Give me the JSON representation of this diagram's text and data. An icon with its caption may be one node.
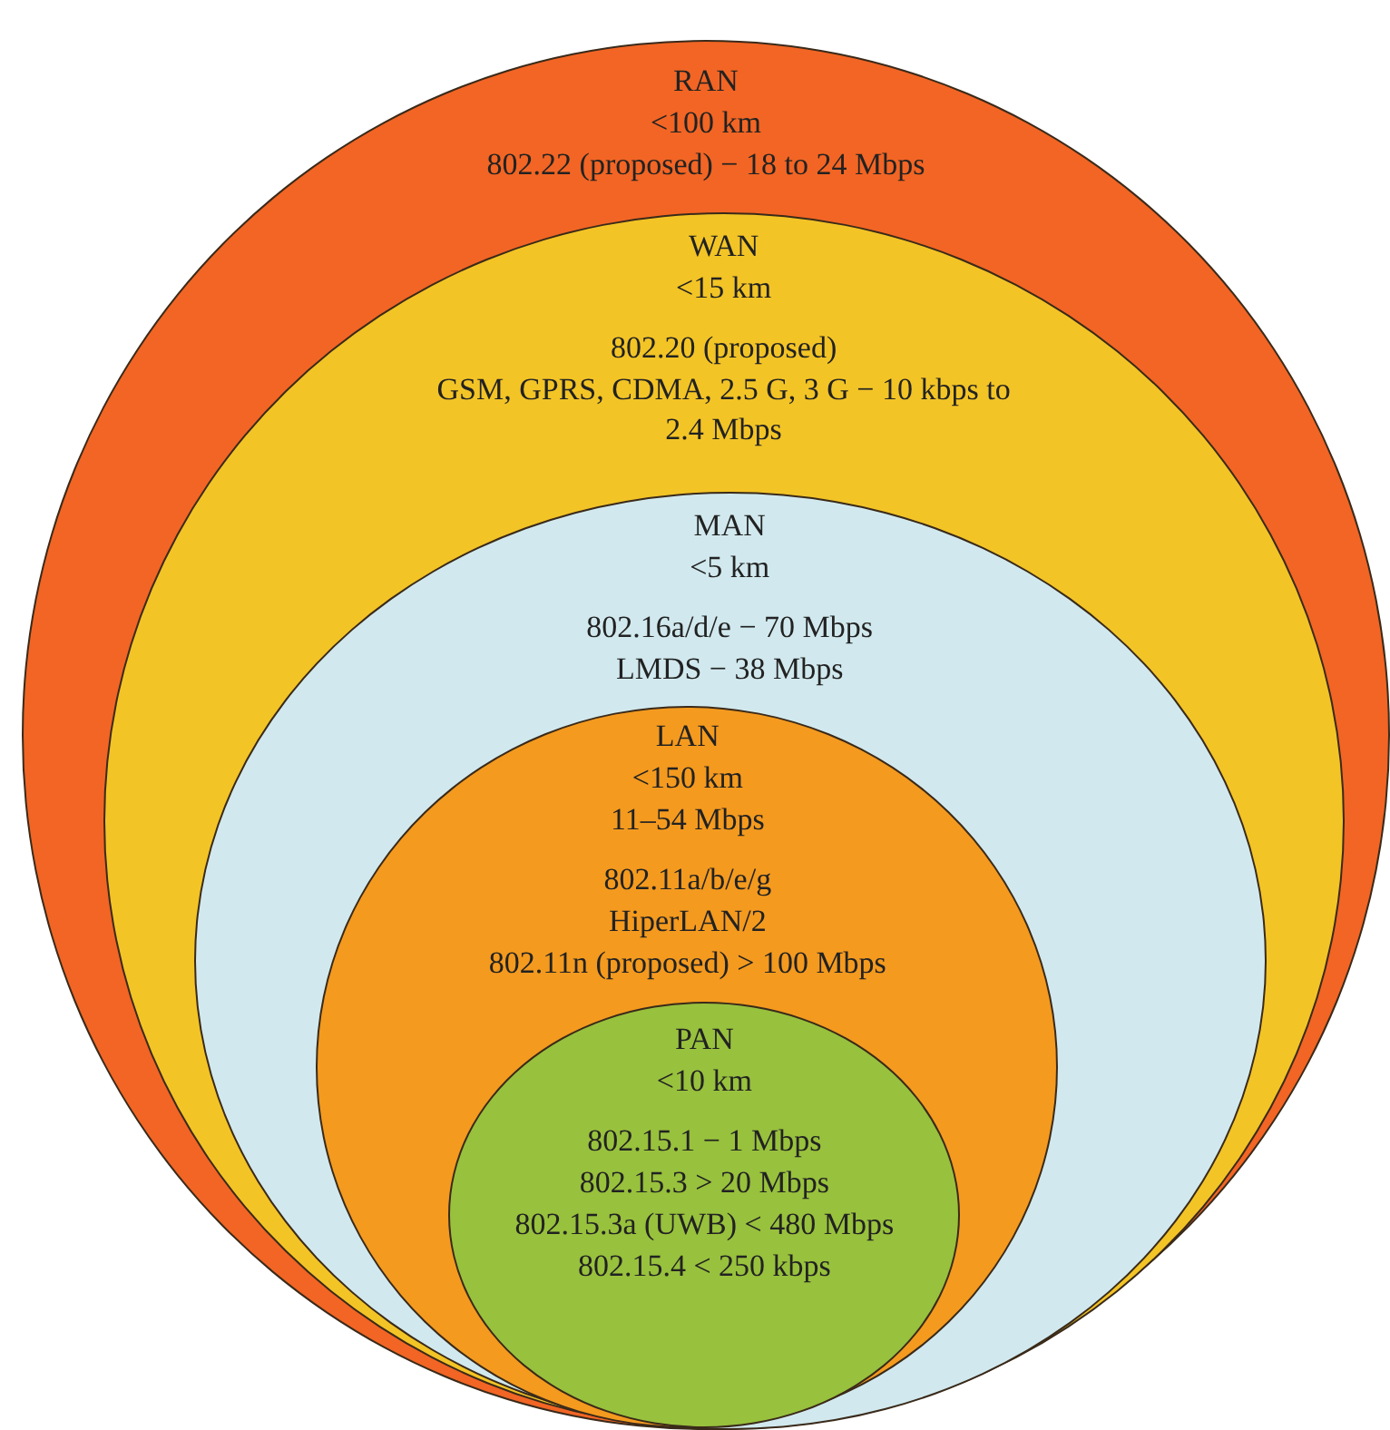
{
  "diagram": {
    "nodes": [
      {
        "text": [
          "RAN",
          "<100 km",
          "802.22 (proposed) − 18 to 24 Mbps"
        ]
      },
      {
        "text": [
          "WAN",
          "<15 km",
          "802.20 (proposed)",
          "GSM, GPRS, CDMA, 2.5 G, 3 G − 10 kbps to 2.4 Mbps"
        ],
        "in": 0
      },
      {
        "text": [
          "MAN",
          "<5 km",
          "802.16a/d/e − 70 Mbps",
          "LMDS − 38 Mbps"
        ],
        "in": 1
      },
      {
        "text": [
          "LAN",
          "<150 km",
          "11–54 Mbps",
          "802.11a/b/e/g",
          "HiperLAN/2",
          "802.11n (proposed) > 100 Mbps"
        ],
        "in": 2
      },
      {
        "text": [
          "PAN",
          "<10 km",
          "802.15.1 − 1 Mbps",
          "802.15.3 > 20 Mbps",
          "802.15.3a (UWB) < 480 Mbps",
          "802.15.4 < 250 kbps"
        ],
        "in": 3
      }
    ]
  }
}
